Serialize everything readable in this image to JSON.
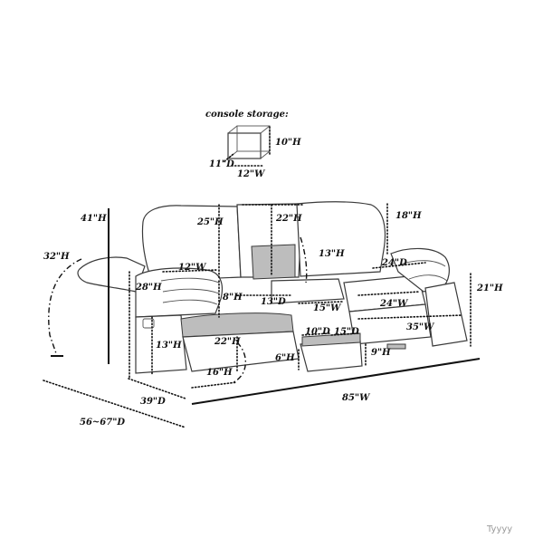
{
  "console": {
    "title": "console storage:",
    "h": "10\"H",
    "d": "11\"D",
    "w": "12\"W"
  },
  "dims": {
    "d41h": "41\"H",
    "d32h": "32\"H",
    "d25h": "25\"H",
    "d22h_top": "22\"H",
    "d18h": "18\"H",
    "d13h_cup": "13\"H",
    "d24d": "24\"D",
    "d12w": "12\"W",
    "d28h": "28\"H",
    "d8h": "8\"H",
    "d13d": "13\"D",
    "d15w": "15\"W",
    "d24w": "24\"W",
    "d21h": "21\"H",
    "d35w": "35\"W",
    "d13h_arm": "13\"H",
    "d22h_seat": "22\"H",
    "d10d": "10\"D",
    "d15d": "15\"D",
    "d6h": "6\"H",
    "d9h": "9\"H",
    "d16h": "16\"H",
    "d39d": "39\"D",
    "d85w": "85\"W",
    "d5667d": "56~67\"D"
  },
  "watermark": "Tyyyy"
}
